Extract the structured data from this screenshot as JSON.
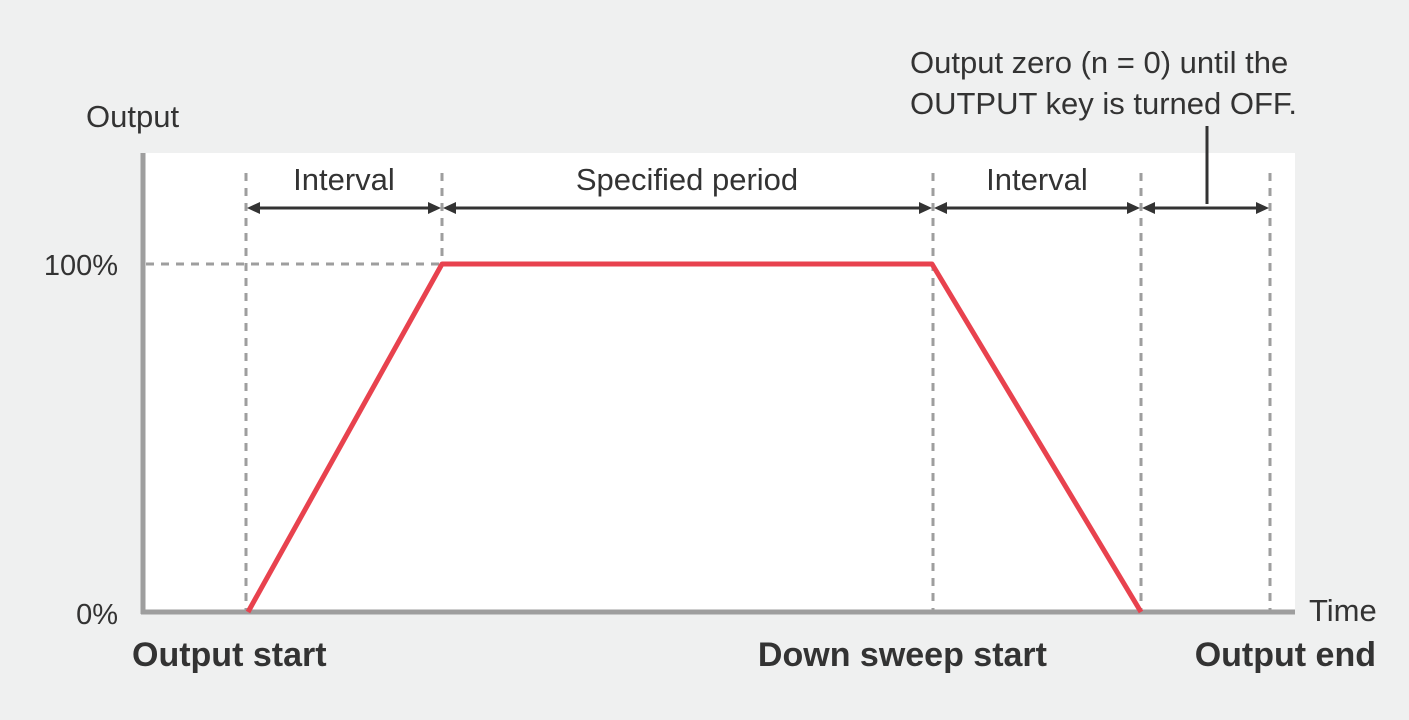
{
  "axis": {
    "y_label": "Output",
    "x_label": "Time",
    "y_tick_top": "100%",
    "y_tick_bottom": "0%"
  },
  "spans": {
    "interval_1": "Interval",
    "specified_period": "Specified period",
    "interval_2": "Interval"
  },
  "note": {
    "line1": "Output zero (n = 0) until the",
    "line2": "OUTPUT key is turned OFF."
  },
  "events": {
    "output_start": "Output start",
    "down_sweep_start": "Down sweep start",
    "output_end": "Output end"
  },
  "colors": {
    "background": "#eff0f0",
    "plot_area": "#ffffff",
    "output_curve": "#e8424e",
    "axis_gray": "#9e9e9e",
    "text": "#333333"
  }
}
